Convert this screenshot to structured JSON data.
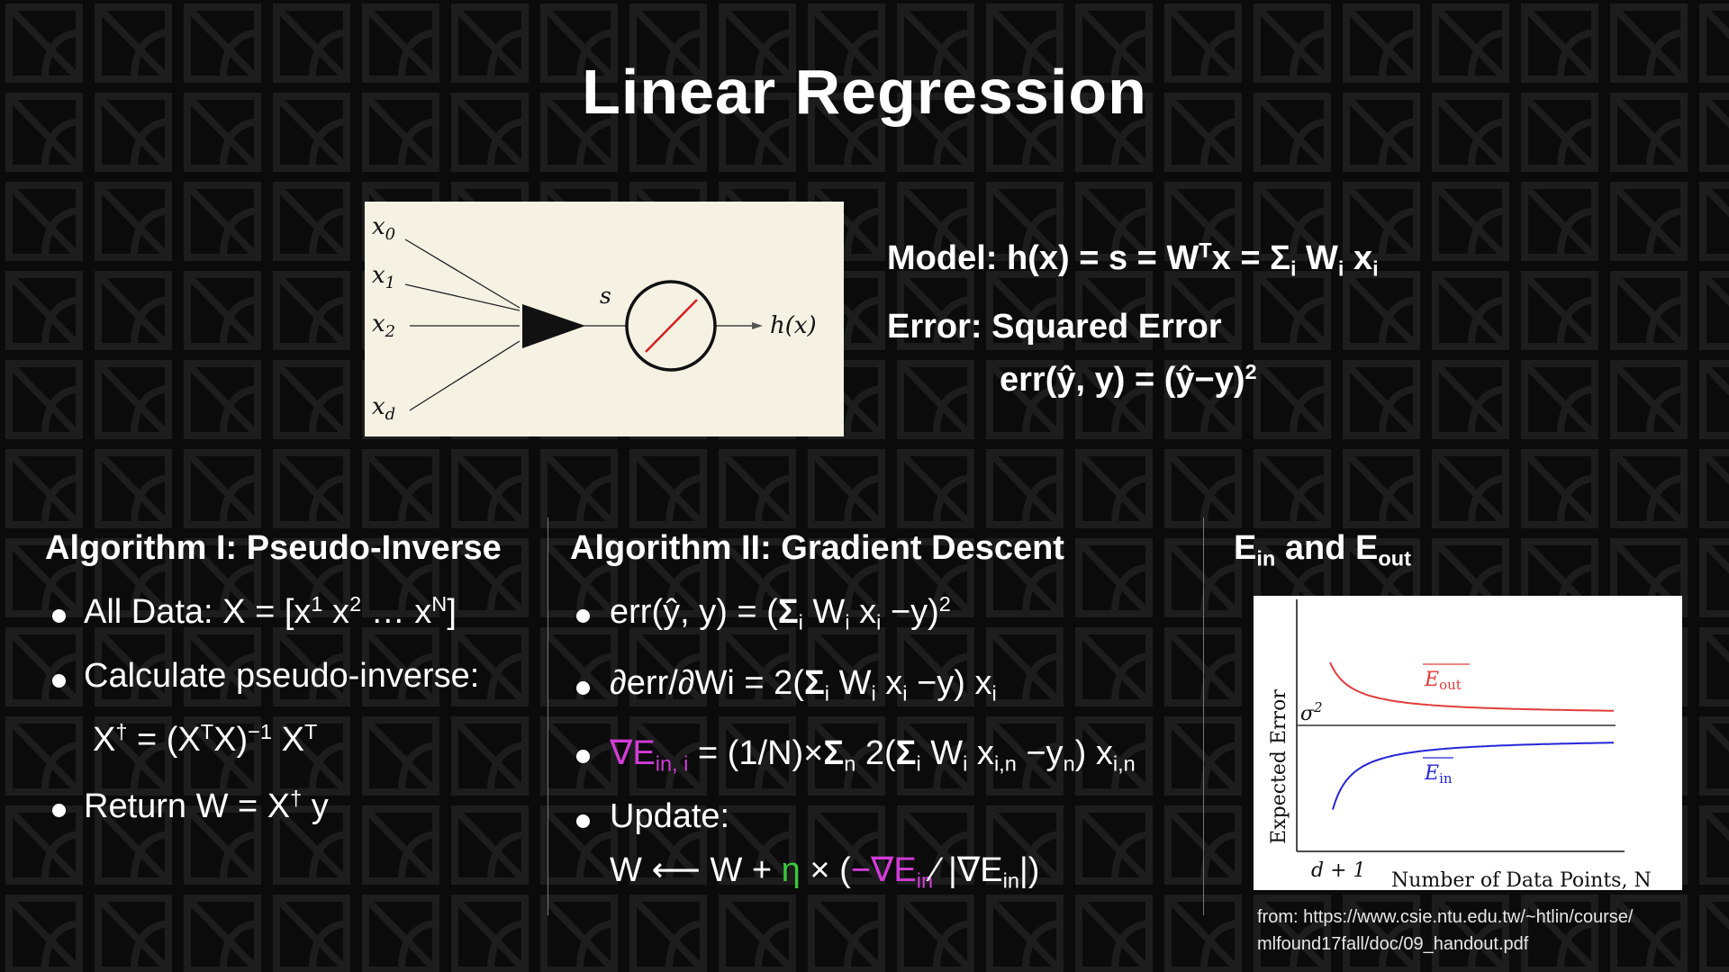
{
  "slide": {
    "title": "Linear Regression",
    "background_color": "#0b0b0b",
    "pattern_color": "#1d1d1d"
  },
  "neuron_diagram": {
    "inputs": [
      "x",
      "x",
      "x",
      "x"
    ],
    "input_subscripts": [
      "0",
      "1",
      "2",
      "d"
    ],
    "sum_label": "s",
    "output_label": "h(x)",
    "panel_color": "#f5f2e4",
    "line_color": "#d42020"
  },
  "model": {
    "label": "Model:",
    "equation": "h(x) = s = W",
    "transpose": "T",
    "equation_mid": "x = ",
    "sigma": "Σ",
    "i": "i",
    "w": "W",
    "x": "x",
    "error_label": "Error: Squared Error",
    "err_equation": "err(ŷ, y) = (ŷ−y)",
    "err_power": "2"
  },
  "alg1": {
    "title": "Algorithm I: Pseudo-Inverse",
    "item1": "All Data: X = [x",
    "item1_sup1": "1",
    "item1_x2": " x",
    "item1_sup2": "2",
    "item1_dots": "  … x",
    "item1_supN": "N",
    "item1_end": "]",
    "item2": "Calculate pseudo-inverse:",
    "formula_a": "X",
    "dagger": "†",
    "formula_b": " = (X",
    "T": "T",
    "formula_c": "X)",
    "inv": "−1",
    "formula_d": " X",
    "item3_a": "Return W = X",
    "item3_b": " y"
  },
  "alg2": {
    "title": "Algorithm II: Gradient Descent",
    "line1_a": "err(ŷ, y) = (",
    "sigma": "Σ",
    "line1_b": " W",
    "line1_c": " x",
    "line1_d": " −y)",
    "sq": "2",
    "i": "i",
    "line2_a": "∂err/∂Wi = 2(",
    "line2_d": " −y) x",
    "line3_grad": "∇E",
    "line3_sub": "in, i",
    "line3_a": " = (1/N)×",
    "n": "n",
    "line3_b": " 2(",
    "line3_xsub": "i,n",
    "line3_c": " −y",
    "line3_d": ") x",
    "line4": "Update:",
    "line5_a": "W ⟵ W + ",
    "eta": "η",
    "line5_b": " × (",
    "line5_neg": "−∇E",
    "in": "in",
    "line5_c": "⁄ |∇E",
    "line5_d": "|)"
  },
  "ein_eout": {
    "title_e1": "E",
    "title_in": "in",
    "title_and": " and E",
    "title_out": "out"
  },
  "chart_data": {
    "type": "line",
    "title": "",
    "xlabel": "Number of Data Points, N",
    "ylabel": "Expected Error",
    "x_tick": "d + 1",
    "y_tick": "σ²",
    "series": [
      {
        "name": "E_out",
        "color": "#e33c3c",
        "trend": "decreasing toward σ²"
      },
      {
        "name": "E_in",
        "color": "#2525d8",
        "trend": "increasing toward σ²"
      }
    ],
    "reference_line": "σ²",
    "grid": false
  },
  "chart_labels": {
    "e": "E",
    "out": "out",
    "in": "in",
    "ylabel": "Expected Error",
    "xlabel": "Number of Data Points, N",
    "x_tick": "d + 1",
    "sigma": "σ",
    "sigma_sup": "2"
  },
  "source": {
    "line1": "from: https://www.csie.ntu.edu.tw/~htlin/course/",
    "line2": "mlfound17fall/doc/09_handout.pdf"
  }
}
